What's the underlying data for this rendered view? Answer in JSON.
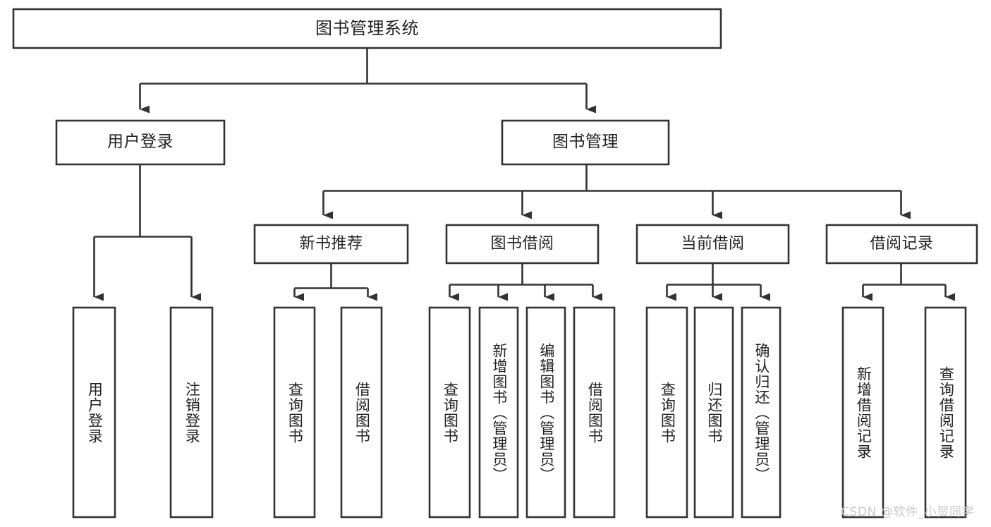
{
  "diagram": {
    "type": "tree",
    "title": "图书管理系统",
    "orientation": "top-down",
    "colors": {
      "background": "#ffffff",
      "box_fill": "#ffffff",
      "box_stroke": "#333333",
      "text": "#222222",
      "watermark": "#c9c9c9"
    },
    "root": {
      "label": "图书管理系统"
    },
    "level1": [
      {
        "label": "用户登录"
      },
      {
        "label": "图书管理"
      }
    ],
    "level2": [
      {
        "label": "新书推荐"
      },
      {
        "label": "图书借阅"
      },
      {
        "label": "当前借阅"
      },
      {
        "label": "借阅记录"
      }
    ],
    "leaves": {
      "user_login": [
        {
          "label": "用户登录"
        },
        {
          "label": "注销登录"
        }
      ],
      "new_book_recommend": [
        {
          "label": "查询图书"
        },
        {
          "label": "借阅图书"
        }
      ],
      "book_borrow": [
        {
          "label": "查询图书"
        },
        {
          "label": "新增图书（管理员）"
        },
        {
          "label": "编辑图书（管理员）"
        },
        {
          "label": "借阅图书"
        }
      ],
      "current_borrow": [
        {
          "label": "查询图书"
        },
        {
          "label": "归还图书"
        },
        {
          "label": "确认归还（管理员）"
        }
      ],
      "borrow_record": [
        {
          "label": "新增借阅记录"
        },
        {
          "label": "查询借阅记录"
        }
      ]
    }
  },
  "watermark": {
    "text": "CSDN @软件_小贺同学"
  }
}
